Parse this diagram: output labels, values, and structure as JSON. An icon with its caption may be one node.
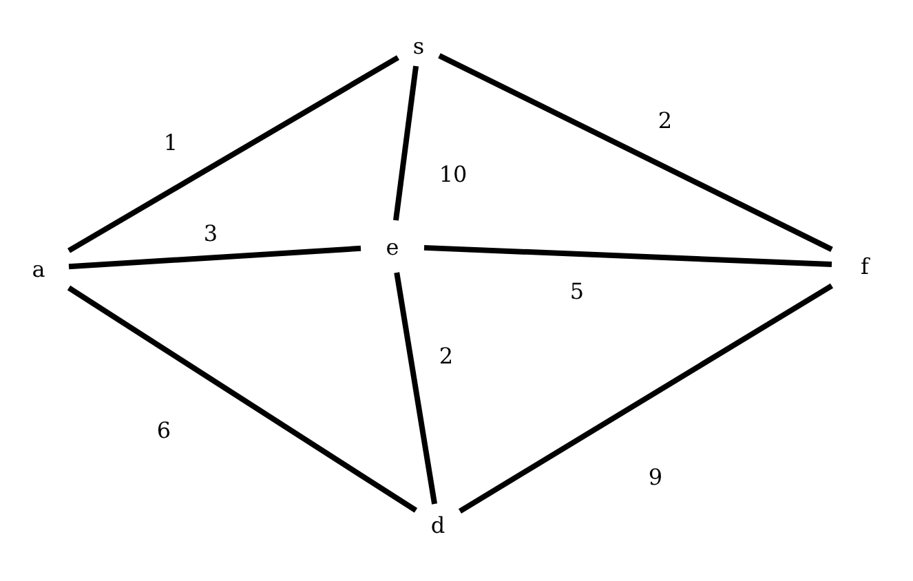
{
  "diagram": {
    "nodes": [
      {
        "text": [
          "s"
        ]
      },
      {
        "text": [
          "a"
        ]
      },
      {
        "text": [
          "e"
        ]
      },
      {
        "text": [
          "f"
        ]
      },
      {
        "text": [
          "d"
        ]
      }
    ],
    "edges": [
      {
        "from": 0,
        "to": 1,
        "arrow": "none",
        "label": "1"
      },
      {
        "from": 0,
        "to": 3,
        "arrow": "none",
        "label": "2"
      },
      {
        "from": 0,
        "to": 2,
        "arrow": "none",
        "label": "10"
      },
      {
        "from": 1,
        "to": 2,
        "arrow": "none",
        "label": "3"
      },
      {
        "from": 2,
        "to": 3,
        "arrow": "none",
        "label": "5"
      },
      {
        "from": 1,
        "to": 4,
        "arrow": "none",
        "label": "6"
      },
      {
        "from": 2,
        "to": 4,
        "arrow": "none",
        "label": "2"
      },
      {
        "from": 4,
        "to": 3,
        "arrow": "none",
        "label": "9"
      }
    ]
  }
}
